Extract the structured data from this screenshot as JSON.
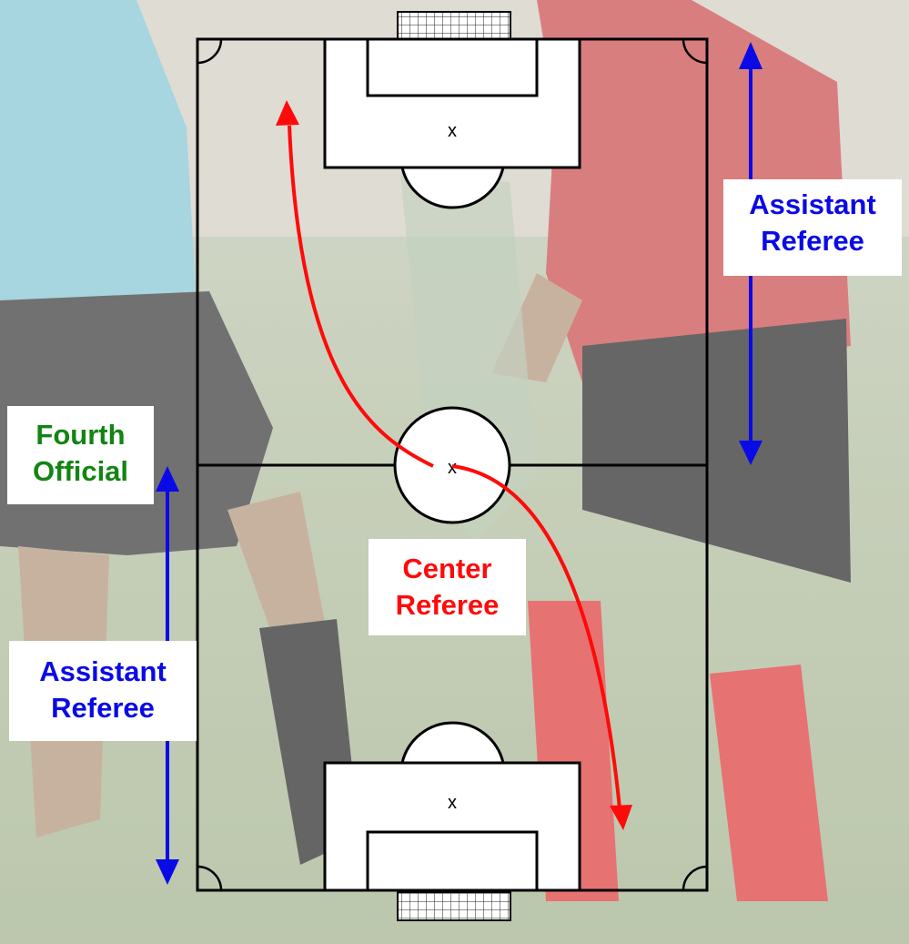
{
  "colors": {
    "assistant": "#0a0ae6",
    "fourth": "#138413",
    "center": "#ff0a0a",
    "lines": "#000000"
  },
  "labels": {
    "assistant_right": {
      "line1": "Assistant",
      "line2": "Referee"
    },
    "fourth_official": {
      "line1": "Fourth",
      "line2": "Official"
    },
    "center_referee": {
      "line1": "Center",
      "line2": "Referee"
    },
    "assistant_left": {
      "line1": "Assistant",
      "line2": "Referee"
    }
  },
  "pitch_marks": {
    "top_box": "x",
    "center": "x",
    "bottom_box": "x"
  }
}
